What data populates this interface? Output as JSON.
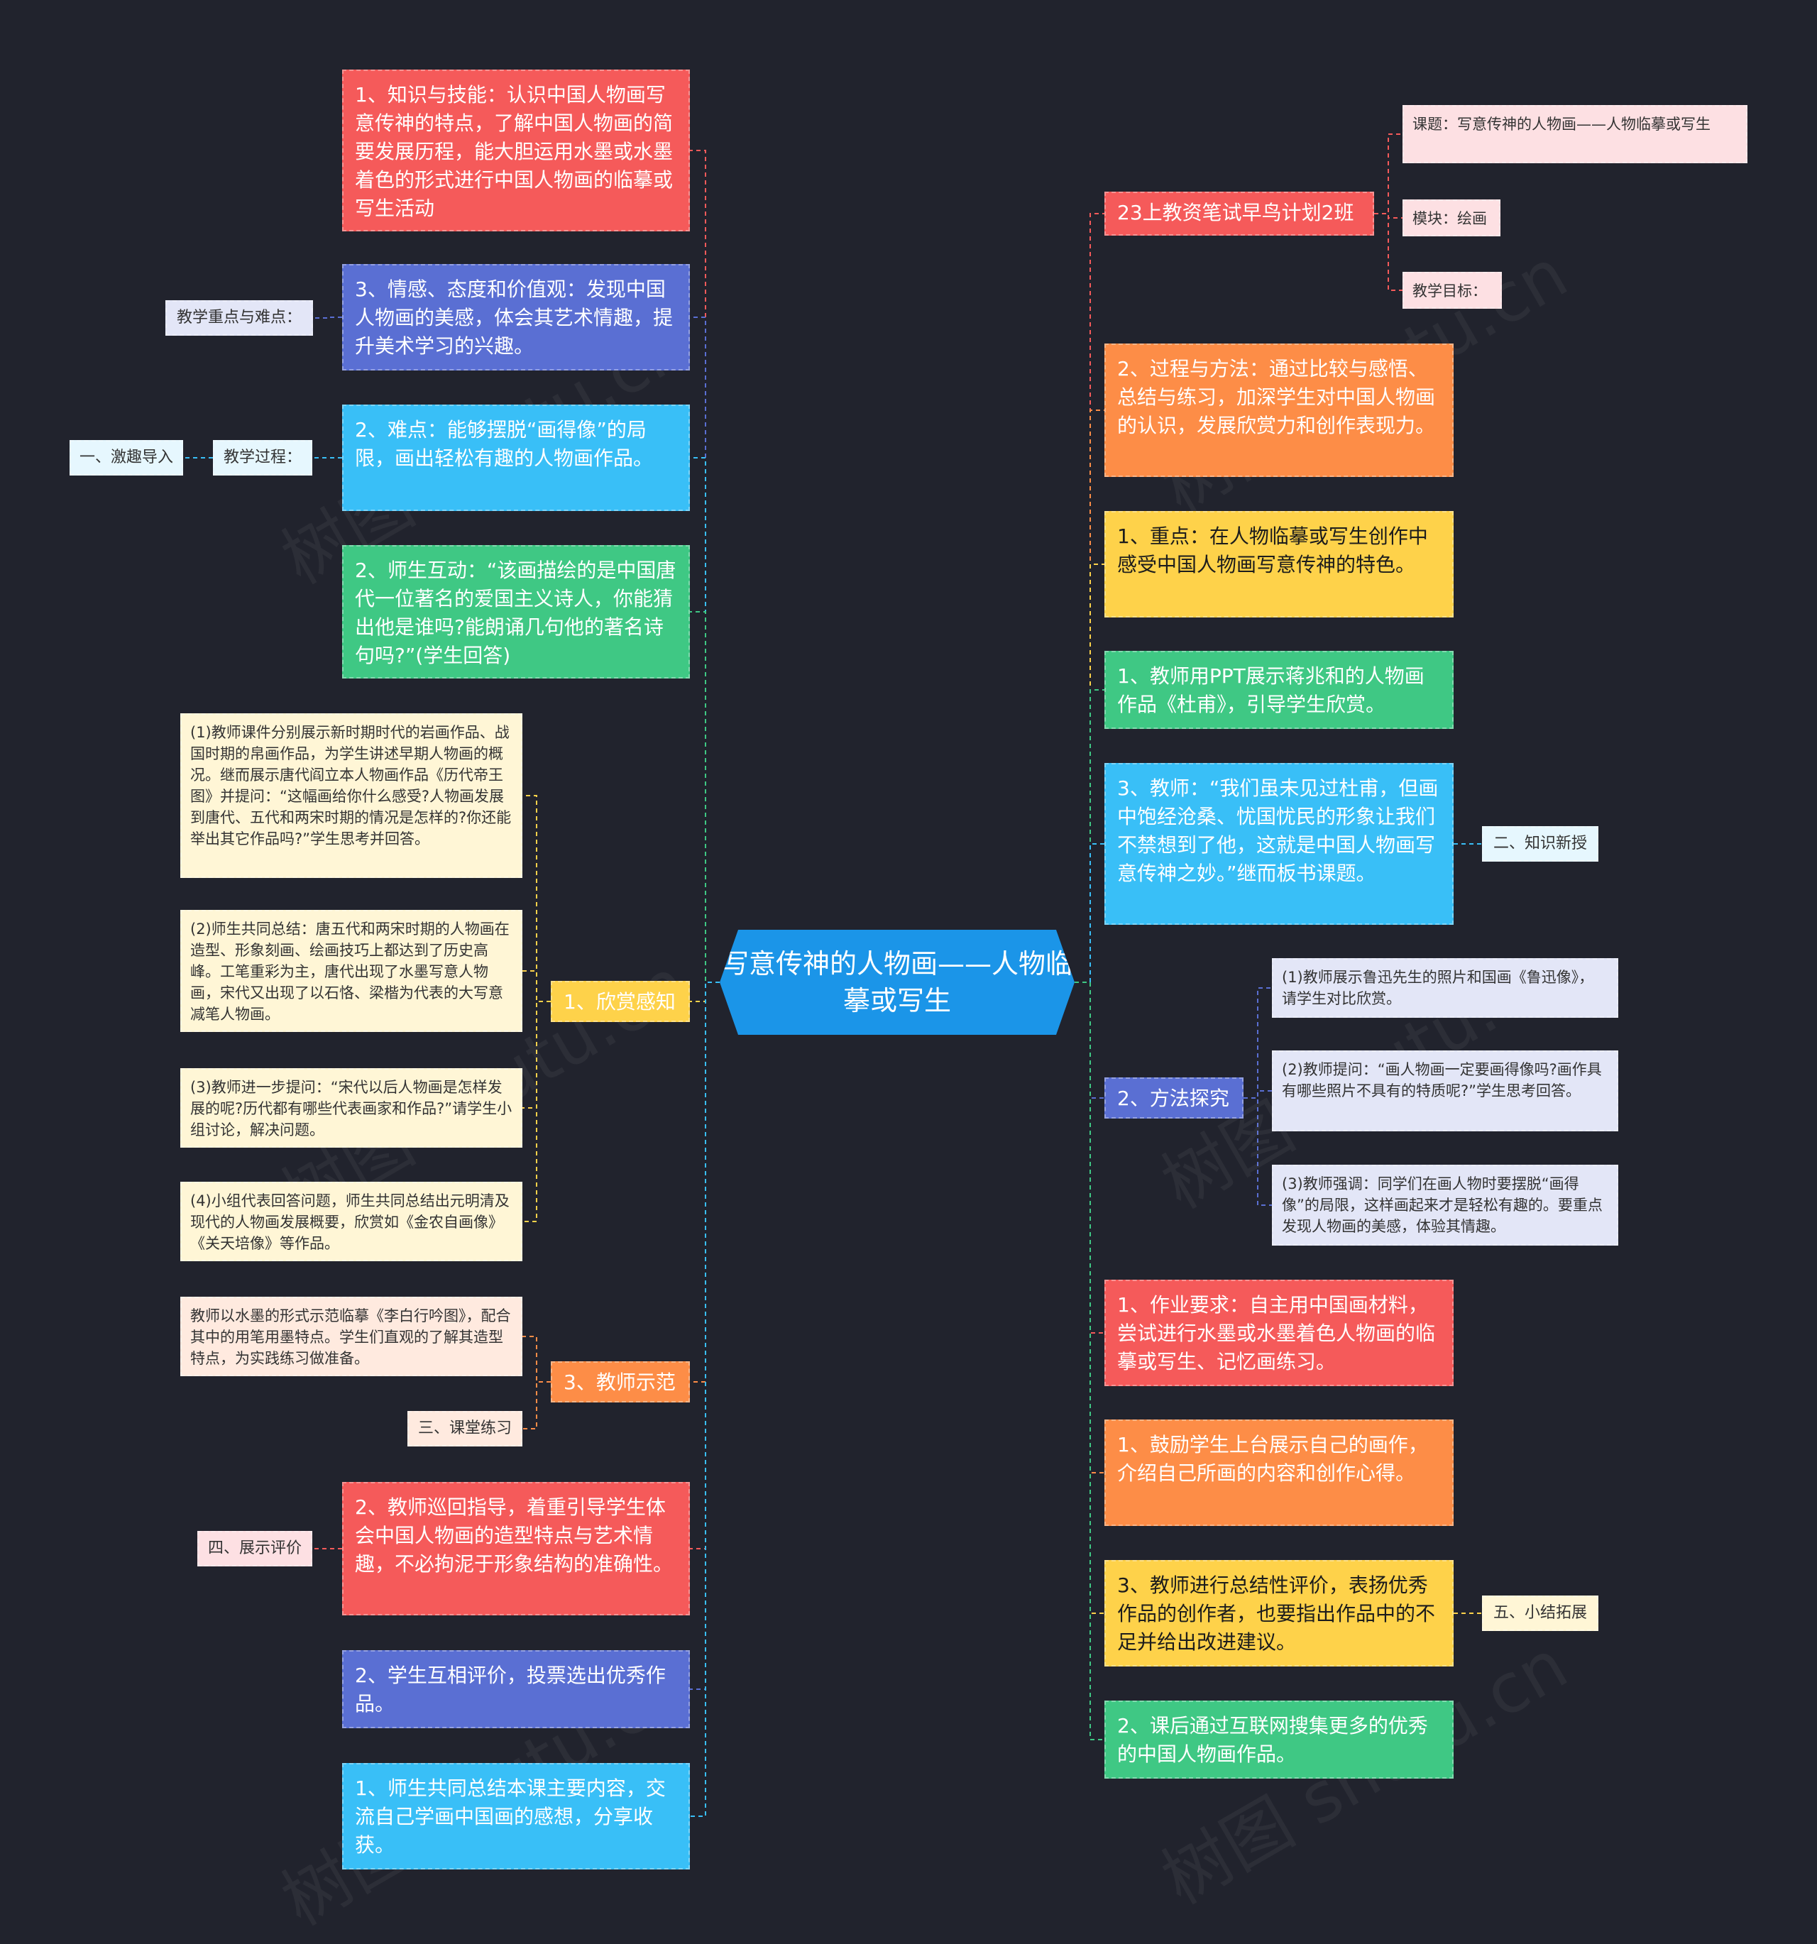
{
  "center": {
    "title": "写意传神的人物画——人物临摹或写生"
  },
  "left": {
    "l1": "1、知识与技能：认识中国人物画写意传神的特点，了解中国人物画的简要发展历程，能大胆运用水墨或水墨着色的形式进行中国人物画的临摹或写生活动",
    "l2": "3、情感、态度和价值观：发现中国人物画的美感，体会其艺术情趣，提升美术学习的兴趣。",
    "l2_tag": "教学重点与难点：",
    "l3": "2、难点：能够摆脱“画得像”的局限，画出轻松有趣的人物画作品。",
    "l3_tag": "教学过程：",
    "l3_tag2": "一、激趣导入",
    "l4": "2、师生互动：“该画描绘的是中国唐代一位著名的爱国主义诗人，你能猜出他是谁吗?能朗诵几句他的著名诗句吗?”(学生回答)",
    "appreciate": "1、欣赏感知",
    "a1": "(1)教师课件分别展示新时期时代的岩画作品、战国时期的帛画作品，为学生讲述早期人物画的概况。继而展示唐代阎立本人物画作品《历代帝王图》并提问：“这幅画给你什么感受?人物画发展到唐代、五代和两宋时期的情况是怎样的?你还能举出其它作品吗?”学生思考并回答。",
    "a2": "(2)师生共同总结：唐五代和两宋时期的人物画在造型、形象刻画、绘画技巧上都达到了历史高峰。工笔重彩为主，唐代出现了水墨写意人物画，宋代又出现了以石恪、梁楷为代表的大写意减笔人物画。",
    "a3": "(3)教师进一步提问：“宋代以后人物画是怎样发展的呢?历代都有哪些代表画家和作品?”请学生小组讨论，解决问题。",
    "a4": "(4)小组代表回答问题，师生共同总结出元明清及现代的人物画发展概要，欣赏如《金农自画像》《关天培像》等作品。",
    "demo": "3、教师示范",
    "demo1": "教师以水墨的形式示范临摹《李白行吟图》，配合其中的用笔用墨特点。学生们直观的了解其造型特点，为实践练习做准备。",
    "demo2": "三、课堂练习",
    "l5": "2、教师巡回指导，着重引导学生体会中国人物画的造型特点与艺术情趣，不必拘泥于形象结构的准确性。",
    "l5_tag": "四、展示评价",
    "l6": "2、学生互相评价，投票选出优秀作品。",
    "l7": "1、师生共同总结本课主要内容，交流自己学画中国画的感想，分享收获。"
  },
  "right": {
    "class": "23上教资笔试早鸟计划2班",
    "c1": "课题：写意传神的人物画——人物临摹或写生",
    "c2": "模块：绘画",
    "c3": "教学目标：",
    "r1": "2、过程与方法：通过比较与感悟、总结与练习，加深学生对中国人物画的认识，发展欣赏力和创作表现力。",
    "r2": "1、重点：在人物临摹或写生创作中感受中国人物画写意传神的特色。",
    "r3": "1、教师用PPT展示蒋兆和的人物画作品《杜甫》，引导学生欣赏。",
    "r4": "3、教师：“我们虽未见过杜甫，但画中饱经沧桑、忧国忧民的形象让我们不禁想到了他，这就是中国人物画写意传神之妙。”继而板书课题。",
    "r4_tag": "二、知识新授",
    "method": "2、方法探究",
    "m1": "(1)教师展示鲁迅先生的照片和国画《鲁迅像》，请学生对比欣赏。",
    "m2": "(2)教师提问：“画人物画一定要画得像吗?画作具有哪些照片不具有的特质呢?”学生思考回答。",
    "m3": "(3)教师强调：同学们在画人物时要摆脱“画得像”的局限，这样画起来才是轻松有趣的。要重点发现人物画的美感，体验其情趣。",
    "r5": "1、作业要求：自主用中国画材料，尝试进行水墨或水墨着色人物画的临摹或写生、记忆画练习。",
    "r6": "1、鼓励学生上台展示自己的画作，介绍自己所画的内容和创作心得。",
    "r7": "3、教师进行总结性评价，表扬优秀作品的创作者，也要指出作品中的不足并给出改进建议。",
    "r7_tag": "五、小结拓展",
    "r8": "2、课后通过互联网搜集更多的优秀的中国人物画作品。"
  },
  "watermark": "树图 shutu.cn"
}
